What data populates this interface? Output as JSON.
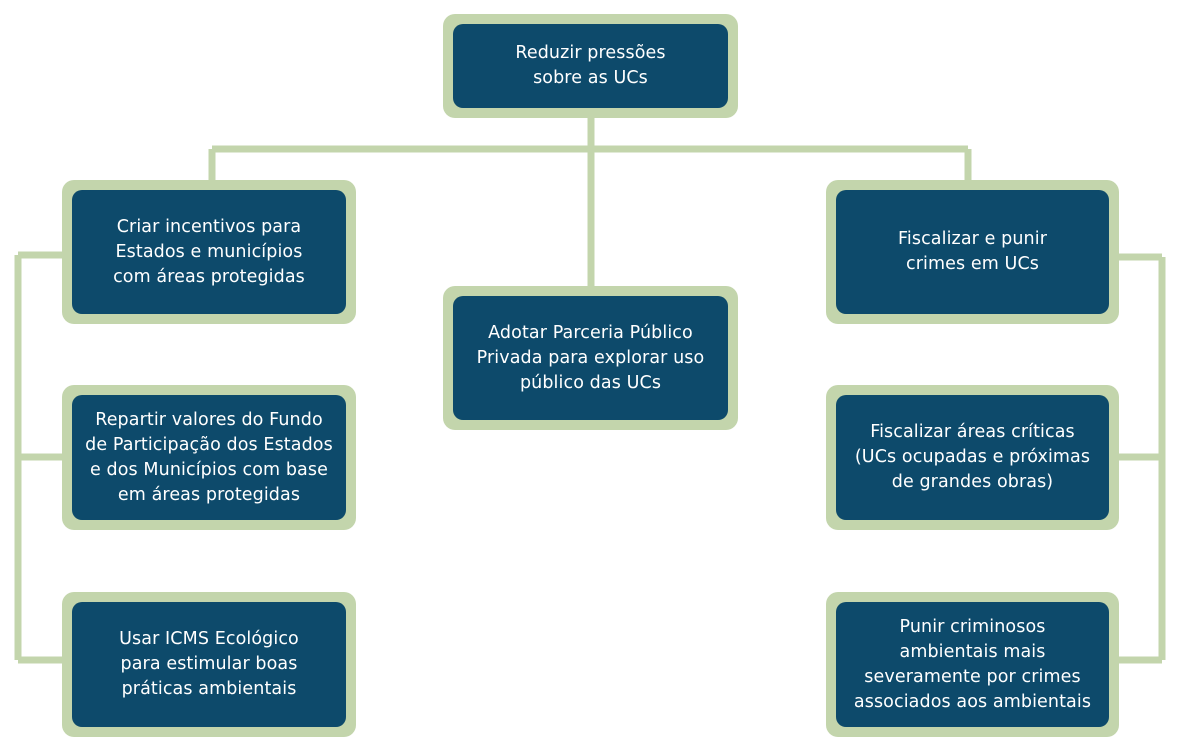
{
  "colors": {
    "node_fill": "#0d4a6b",
    "node_border": "#c3d5ac",
    "connector": "#c3d5ac",
    "text": "#ffffff"
  },
  "nodes": {
    "root": "Reduzir pressões\nsobre as UCs",
    "center": "Adotar Parceria Público\nPrivada para explorar uso\npúblico das UCs",
    "left": [
      "Criar incentivos para\nEstados e municípios\ncom áreas protegidas",
      "Repartir valores do Fundo\nde Participação dos Estados\ne dos Municípios com base\nem áreas protegidas",
      "Usar ICMS Ecológico\npara estimular boas\npráticas ambientais"
    ],
    "right": [
      "Fiscalizar e punir\ncrimes em UCs",
      "Fiscalizar áreas críticas\n(UCs ocupadas e próximas\nde grandes obras)",
      "Punir criminosos\nambientais mais\nseveramente por crimes\nassociados aos ambientais"
    ]
  }
}
